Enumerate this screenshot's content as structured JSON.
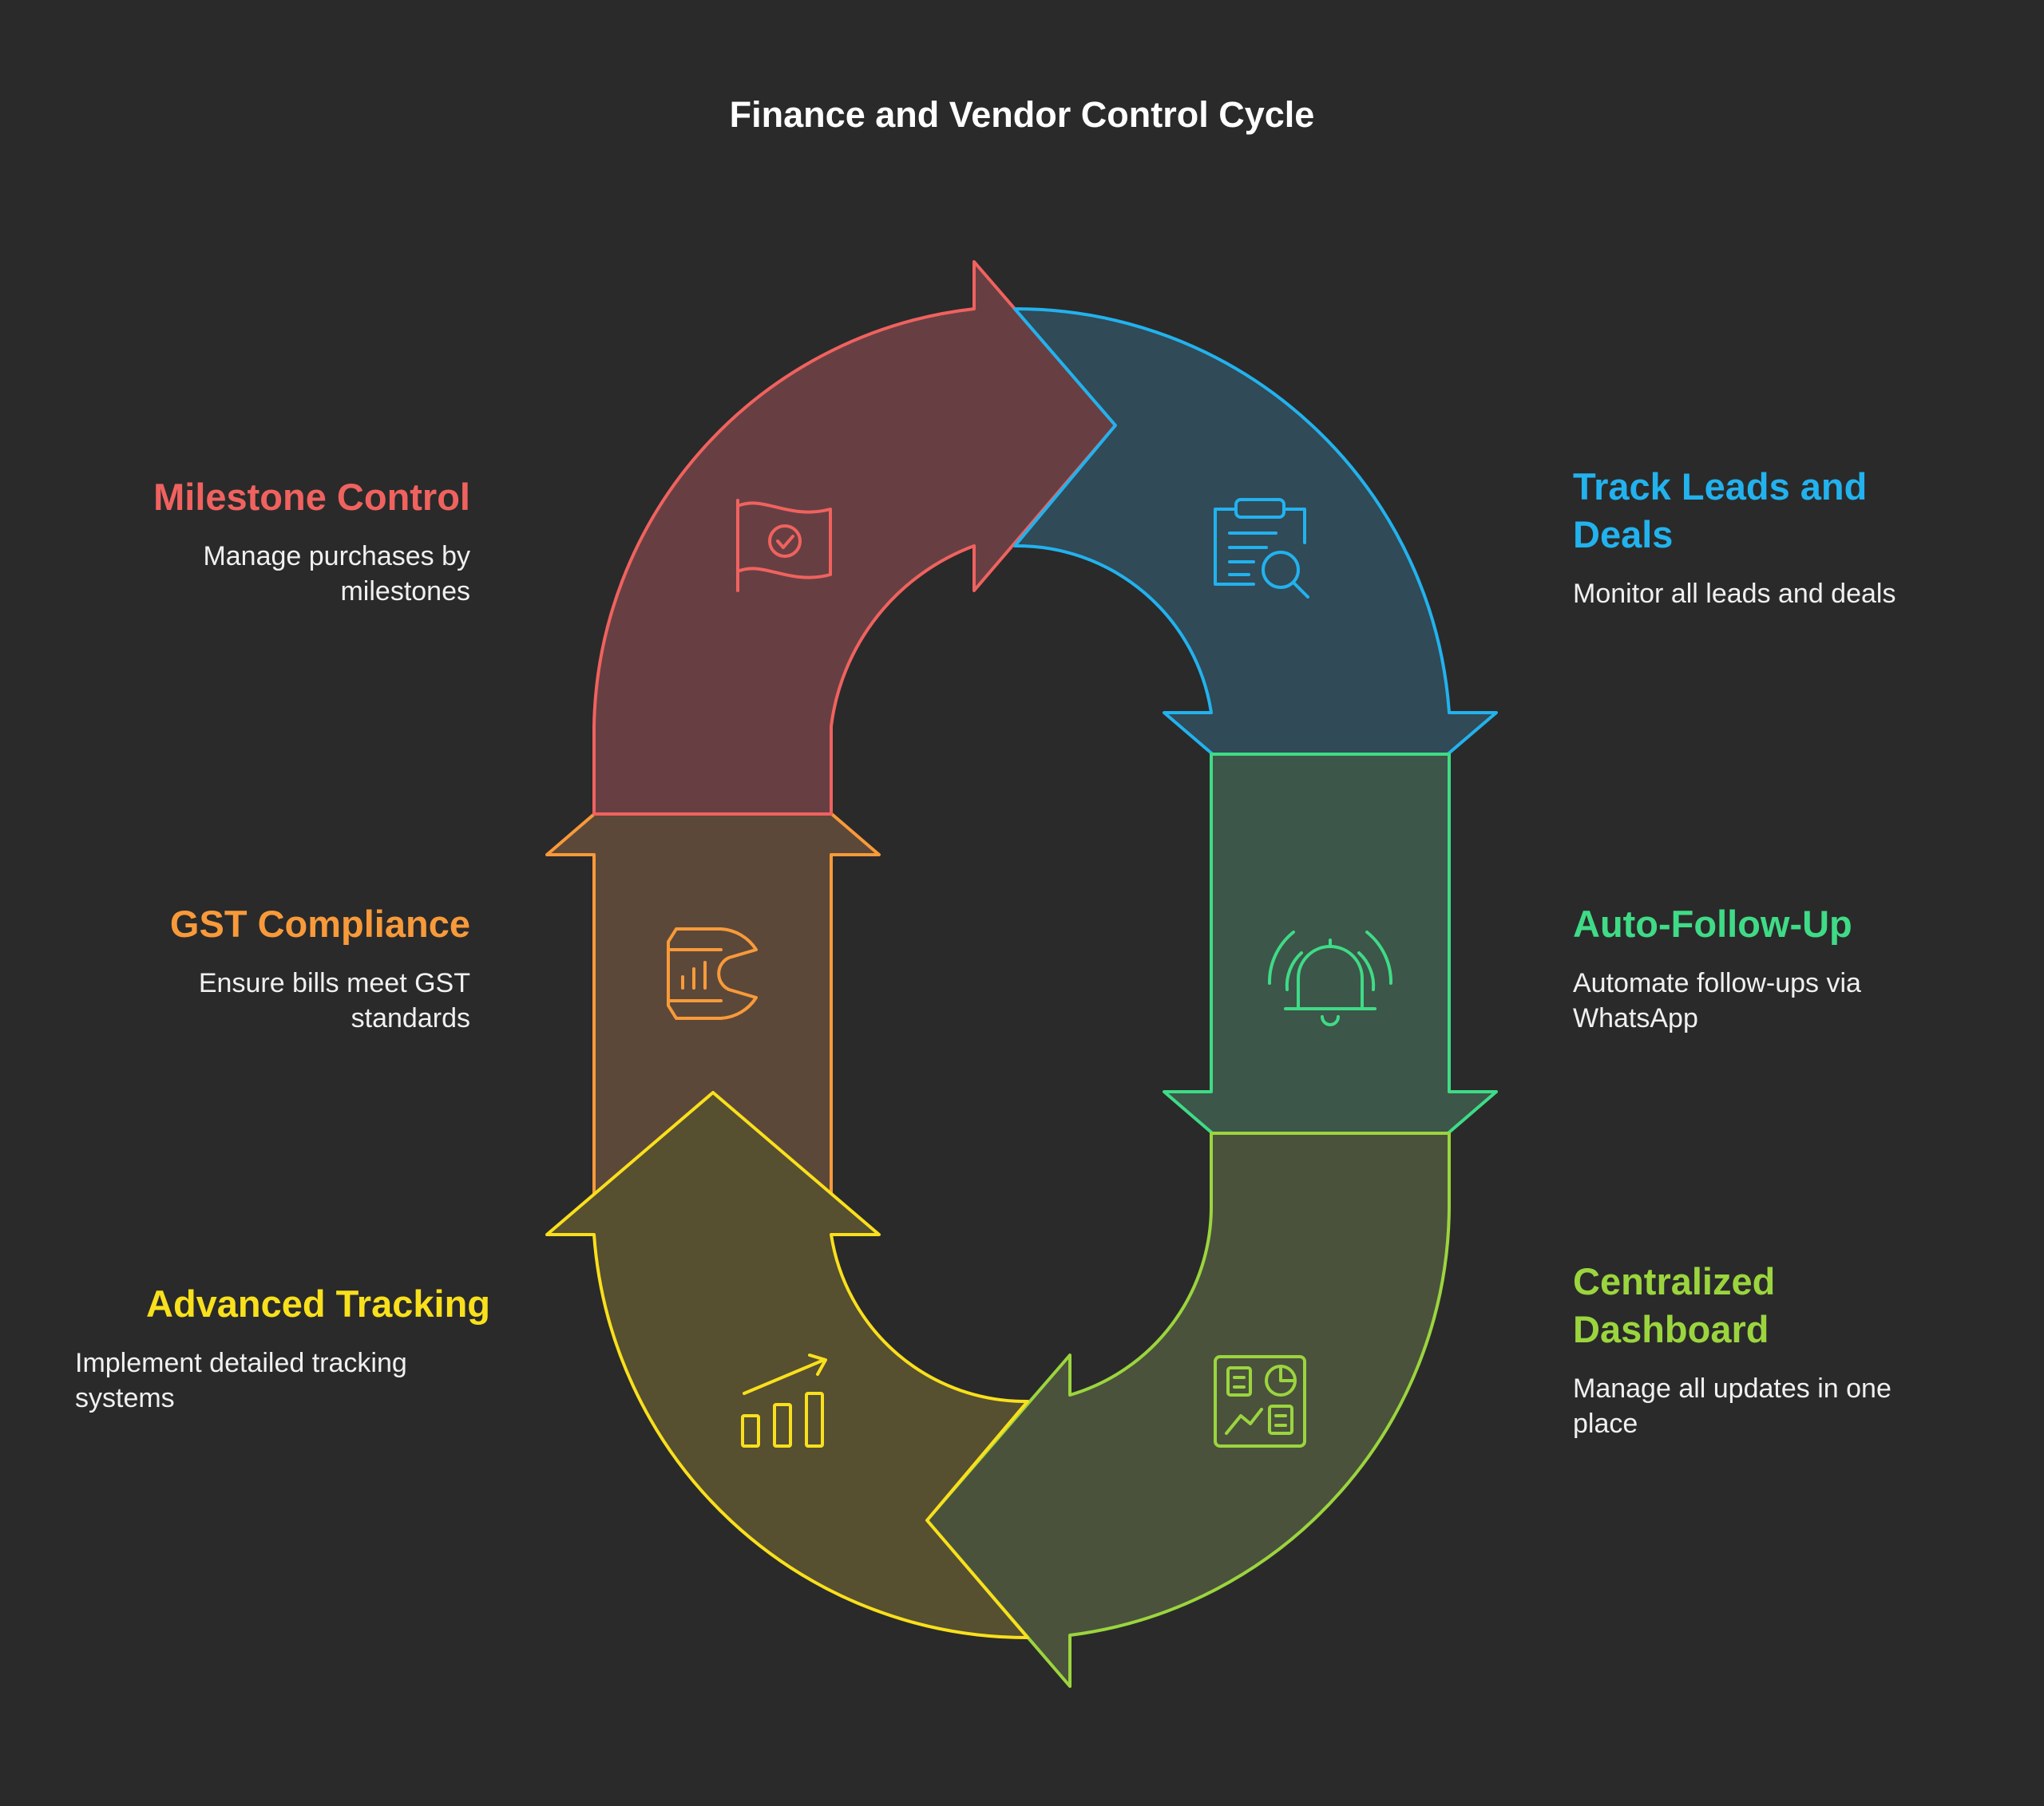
{
  "title": "Finance and Vendor Control Cycle",
  "steps": [
    {
      "heading": "Milestone Control",
      "description": "Manage purchases by milestones",
      "color": "#f0625f",
      "fill": "#673f42",
      "icon": "flag-check-icon"
    },
    {
      "heading": "Track Leads and Deals",
      "description": "Monitor all leads and deals",
      "color": "#22b2ee",
      "fill": "#304a57",
      "icon": "clipboard-search-icon"
    },
    {
      "heading": "Auto-Follow-Up",
      "description": "Automate follow-ups via WhatsApp",
      "color": "#3fdb86",
      "fill": "#3c5649",
      "icon": "bell-ringing-icon"
    },
    {
      "heading": "Centralized Dashboard",
      "description": "Manage all updates in one place",
      "color": "#9bd53e",
      "fill": "#4a523b",
      "icon": "dashboard-icon"
    },
    {
      "heading": "Advanced Tracking",
      "description": "Implement detailed tracking systems",
      "color": "#f9e01c",
      "fill": "#564f30",
      "icon": "bar-chart-arrow-icon"
    },
    {
      "heading": "GST Compliance",
      "description": "Ensure bills meet GST standards",
      "color": "#f89a3a",
      "fill": "#5c4838",
      "icon": "chart-wrench-icon"
    }
  ]
}
